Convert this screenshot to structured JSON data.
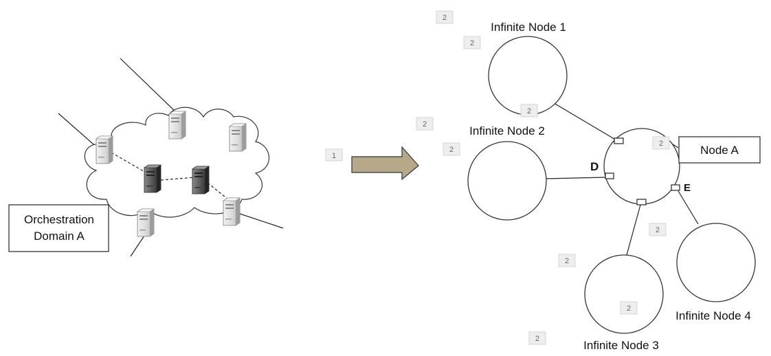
{
  "left": {
    "domain_label_line1": "Orchestration",
    "domain_label_line2": "Domain A"
  },
  "step_tags": {
    "arrow_tag": "1",
    "node_tag": "2"
  },
  "right": {
    "infinite_node_1": "Infinite Node 1",
    "infinite_node_2": "Infinite Node 2",
    "infinite_node_3": "Infinite Node 3",
    "infinite_node_4": "Infinite Node 4",
    "node_a": "Node A",
    "port_d": "D",
    "port_e": "E"
  },
  "colors": {
    "arrow_fill": "#b5a98a",
    "server_light": "#d9d9d9",
    "server_dark": "#4a4a4a",
    "tag_fill": "#eeeeee"
  },
  "icons": [
    "cloud-icon",
    "server-icon",
    "right-arrow-icon"
  ]
}
